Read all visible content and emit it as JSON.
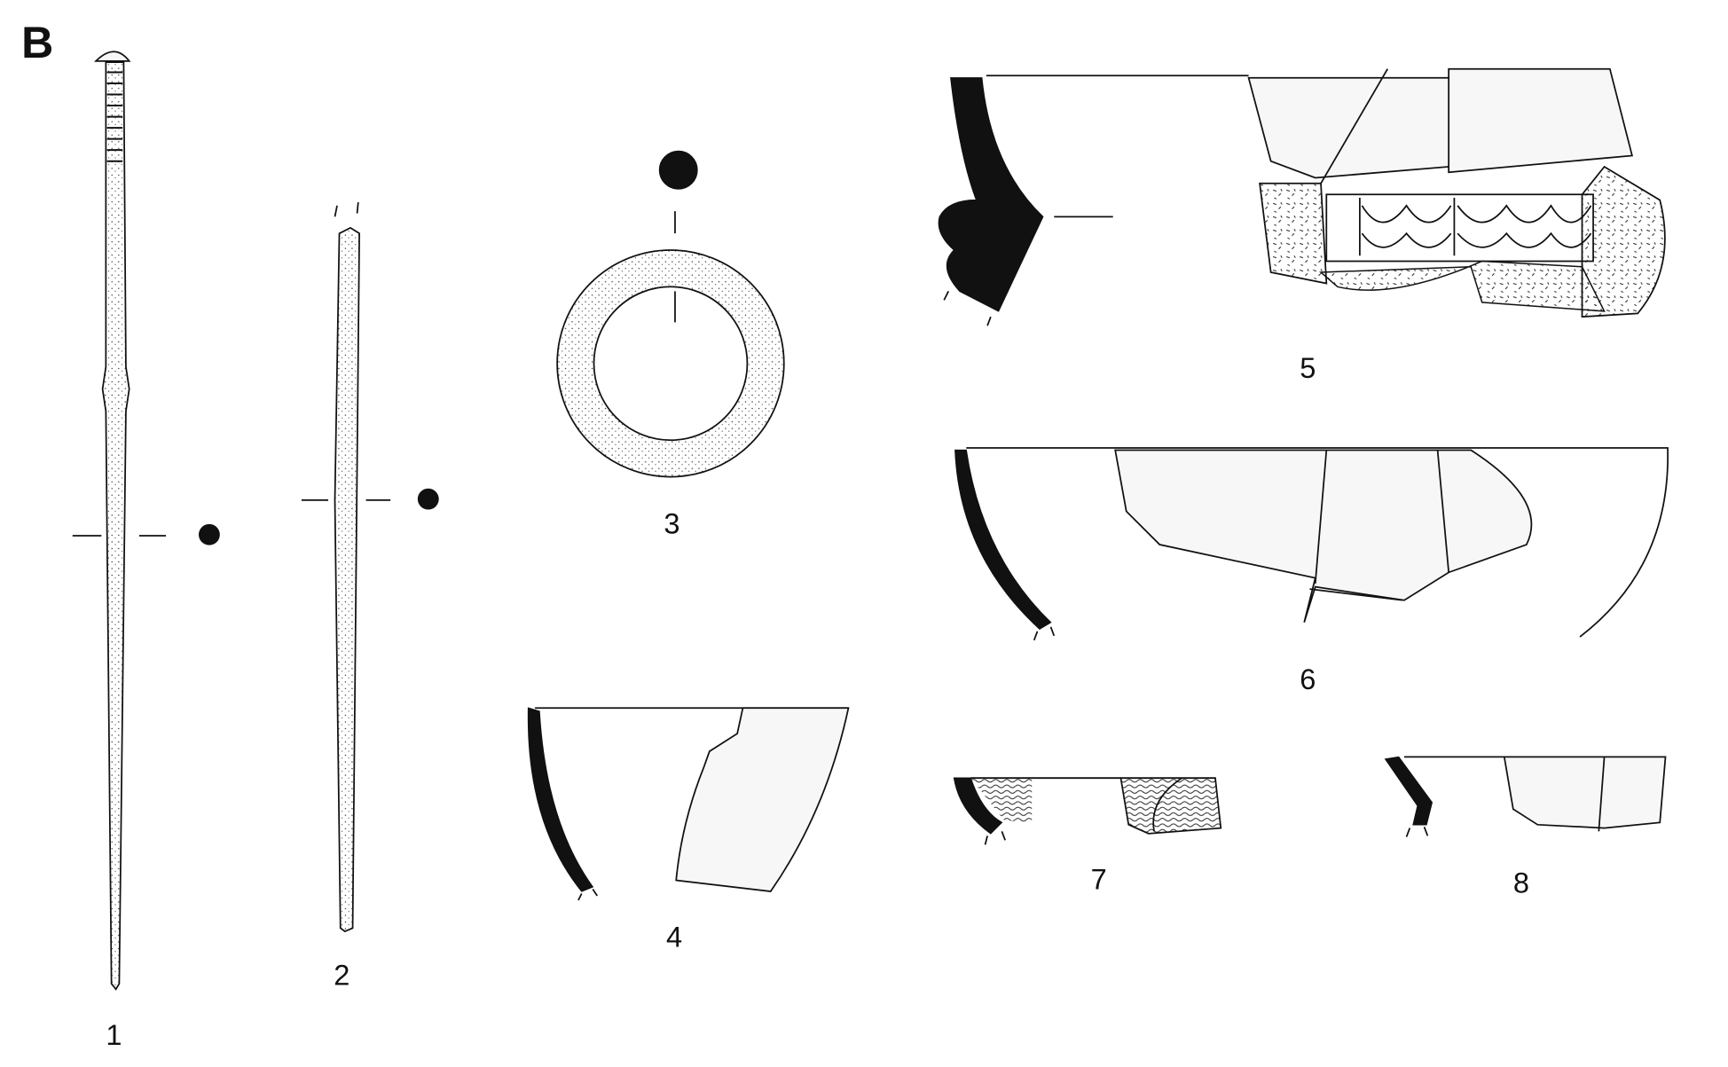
{
  "plate_label": "B",
  "figures": [
    {
      "number": "1",
      "object": "pin"
    },
    {
      "number": "2",
      "object": "pin"
    },
    {
      "number": "3",
      "object": "ring"
    },
    {
      "number": "4",
      "object": "sherd"
    },
    {
      "number": "5",
      "object": "sherd"
    },
    {
      "number": "6",
      "object": "sherd"
    },
    {
      "number": "7",
      "object": "sherd"
    },
    {
      "number": "8",
      "object": "sherd"
    }
  ]
}
